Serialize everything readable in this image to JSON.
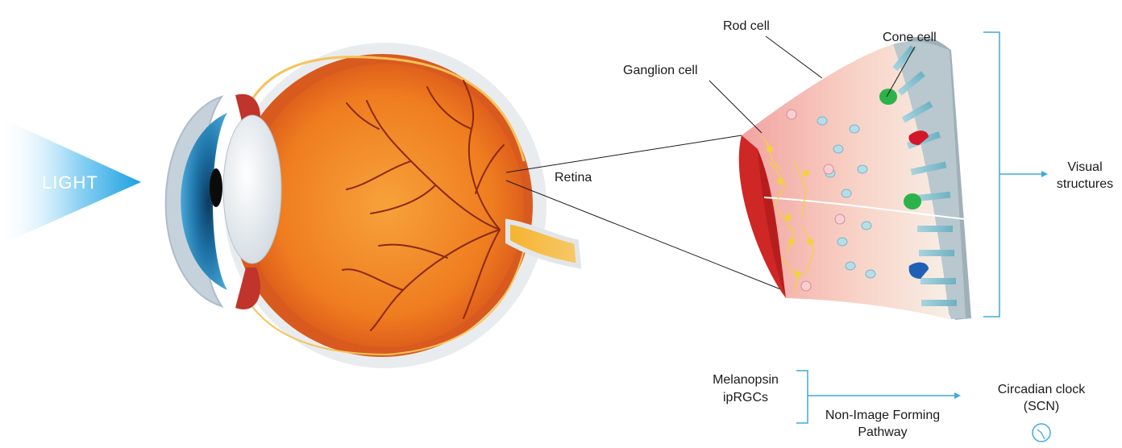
{
  "light_label": "LIGHT",
  "labels": {
    "rod_cell": "Rod cell",
    "cone_cell": "Cone cell",
    "ganglion_cell": "Ganglion cell",
    "retina": "Retina",
    "visual_structures_1": "Visual",
    "visual_structures_2": "structures",
    "melanopsin_1": "Melanopsin",
    "melanopsin_2": "ipRGCs",
    "non_image_1": "Non-Image Forming",
    "non_image_2": "Pathway",
    "circadian_1": "Circadian clock",
    "circadian_2": "(SCN)"
  },
  "colors": {
    "accent_blue": "#3fa9e0",
    "eye_orange": "#f08a24",
    "iris_blue": "#1e73a8",
    "cone_green": "#2bb34a",
    "cone_red": "#d4162a",
    "cone_blue": "#1f5fb5"
  }
}
